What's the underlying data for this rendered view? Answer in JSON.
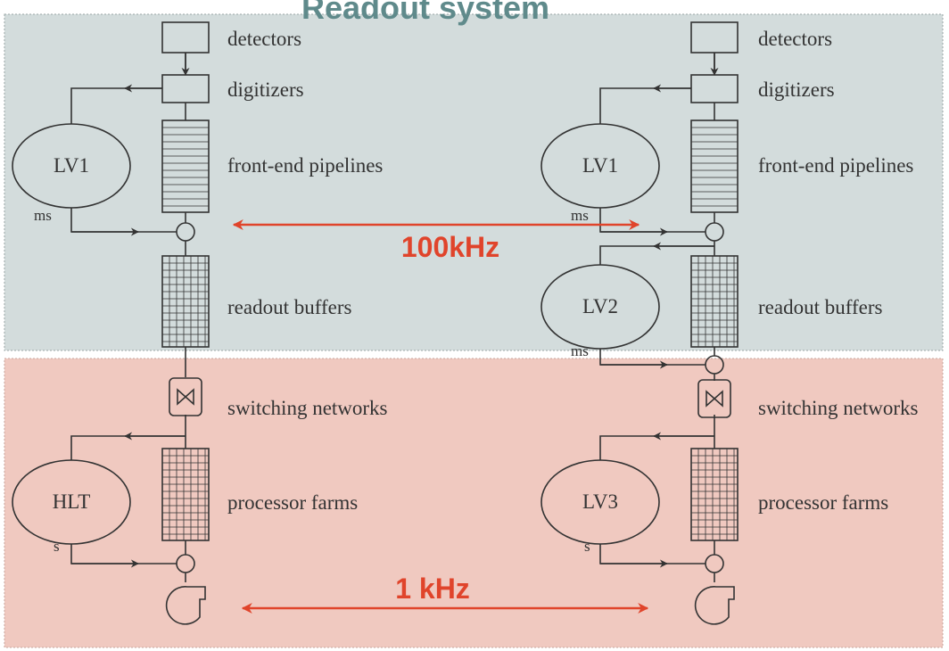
{
  "title": "Readout system",
  "colors": {
    "upper_band": "#d3dcdc",
    "lower_band": "#f0c9c0",
    "title": "#5f8a8b",
    "rate": "#e0442b",
    "line": "#333333"
  },
  "icons": [
    "merge-node-icon",
    "switch-icon",
    "storage-pump-icon",
    "arrow-icon"
  ],
  "left": {
    "stages": {
      "detectors": "detectors",
      "digitizers": "digitizers",
      "pipelines": "front-end pipelines",
      "readout": "readout buffers",
      "switching": "switching networks",
      "farms": "processor farms"
    },
    "trigger1": {
      "name": "LV1",
      "latency": "ms"
    },
    "trigger2": {
      "name": "HLT",
      "latency": "s"
    }
  },
  "right": {
    "stages": {
      "detectors": "detectors",
      "digitizers": "digitizers",
      "pipelines": "front-end pipelines",
      "readout": "readout buffers",
      "switching": "switching networks",
      "farms": "processor farms"
    },
    "trigger1": {
      "name": "LV1",
      "latency": "ms"
    },
    "trigger2": {
      "name": "LV2",
      "latency": "ms"
    },
    "trigger3": {
      "name": "LV3",
      "latency": "s"
    }
  },
  "rates": {
    "upper": "100kHz",
    "lower": "1 kHz"
  }
}
